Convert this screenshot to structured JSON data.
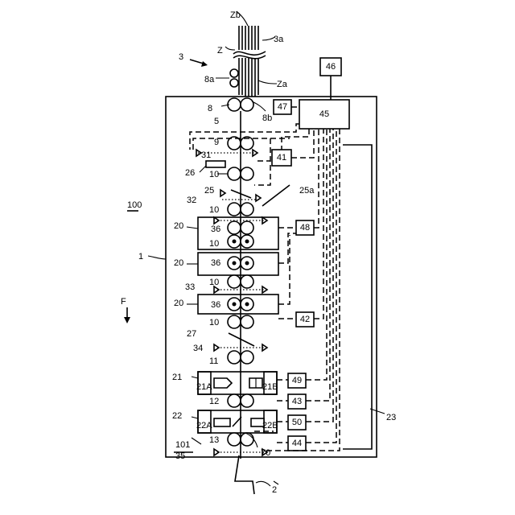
{
  "diagram": {
    "labels": {
      "Zb": "Zb",
      "Z": "Z",
      "3a": "3a",
      "3": "3",
      "8a": "8a",
      "Za": "Za",
      "8": "8",
      "8b": "8b",
      "5": "5",
      "9": "9",
      "31": "31",
      "26": "26",
      "10": "10",
      "25": "25",
      "25a": "25a",
      "100": "100",
      "32": "32",
      "20": "20",
      "36": "36",
      "1": "1",
      "33": "33",
      "F": "F",
      "27": "27",
      "34": "34",
      "11": "11",
      "21": "21",
      "21A": "21A",
      "21B": "21B",
      "12": "12",
      "22": "22",
      "22A": "22A",
      "22B": "22B",
      "101": "101",
      "13": "13",
      "35": "35",
      "70": "70",
      "2": "2",
      "23": "23"
    },
    "boxes": {
      "b46": "46",
      "b45": "45",
      "b47": "47",
      "b41": "41",
      "b48": "48",
      "b42": "42",
      "b49": "49",
      "b43": "43",
      "b50": "50",
      "b44": "44"
    }
  }
}
